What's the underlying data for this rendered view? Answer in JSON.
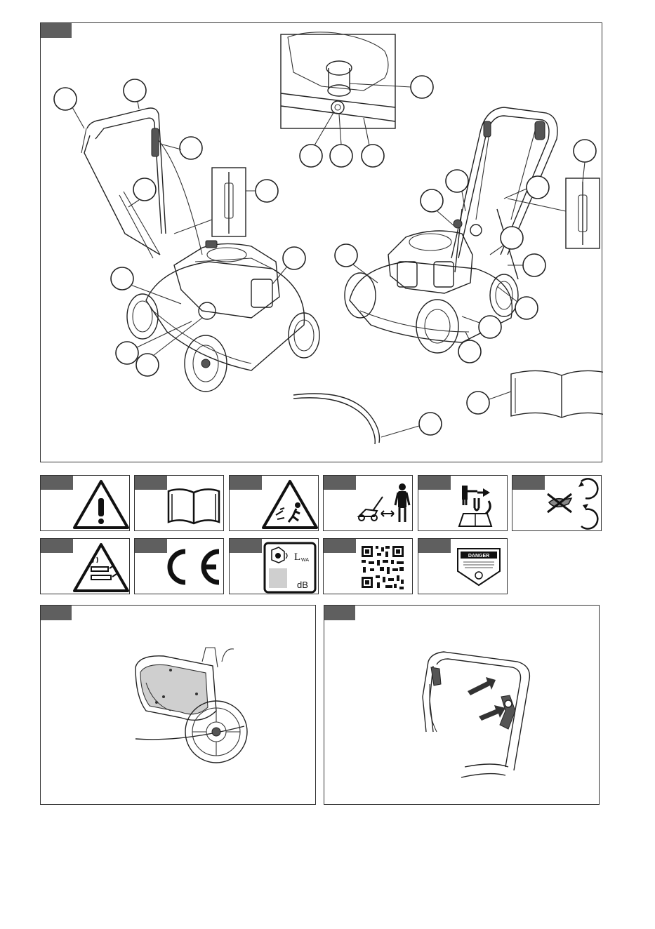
{
  "figures": {
    "main": {
      "description": "mower-overview-with-numbered-callouts"
    },
    "symbols": [
      {
        "icon": "warning-triangle-icon"
      },
      {
        "icon": "open-manual-icon"
      },
      {
        "icon": "thrown-objects-warning-icon"
      },
      {
        "icon": "keep-distance-icon"
      },
      {
        "icon": "disconnect-before-maintenance-icon"
      },
      {
        "icon": "rotating-blade-no-hands-icon"
      },
      {
        "icon": "hot-surface-warning-icon"
      },
      {
        "icon": "ce-mark-icon"
      },
      {
        "icon": "sound-power-level-icon"
      },
      {
        "icon": "qr-code-icon"
      },
      {
        "icon": "danger-label-icon"
      }
    ],
    "sound_label": {
      "lwa": "L",
      "lwa_sub": "WA",
      "unit": "dB"
    },
    "danger_label": {
      "title": "DANGER"
    },
    "bottom_left": {
      "description": "rear-wheel-deflector"
    },
    "bottom_right": {
      "description": "handle-lever-operation"
    }
  },
  "colors": {
    "tag": "#5f5f5f",
    "line": "#222222",
    "shade": "#cfcfcf"
  }
}
